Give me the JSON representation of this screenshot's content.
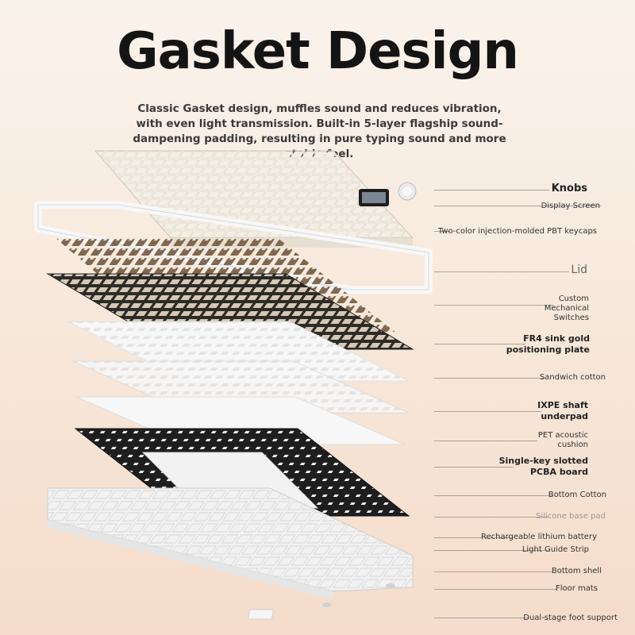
{
  "header": {
    "title": "Gasket Design",
    "description": "Classic Gasket design, muffles sound and reduces vibration, with even light transmission. Built-in 5-layer flagship sound-dampening padding, resulting in pure typing sound and more stable feel."
  },
  "layers": [
    {
      "id": "knobs",
      "label": "Knobs"
    },
    {
      "id": "display",
      "label": "Display Screen"
    },
    {
      "id": "keycaps",
      "label": "Two-color injection-molded PBT keycaps"
    },
    {
      "id": "lid",
      "label": "Lid"
    },
    {
      "id": "switches",
      "label": "Custom\nMechanical\nSwitches"
    },
    {
      "id": "plate",
      "label": "FR4 sink gold\npositioning plate"
    },
    {
      "id": "sandwich",
      "label": "Sandwich cotton"
    },
    {
      "id": "ixpe",
      "label": "IXPE shaft\nunderpad"
    },
    {
      "id": "pet",
      "label": "PET acoustic\ncushion"
    },
    {
      "id": "pcba",
      "label": "Single-key slotted\nPCBA board"
    },
    {
      "id": "bottom_cotton",
      "label": "Bottom Cotton"
    },
    {
      "id": "silicone",
      "label": "Silicone base pad"
    },
    {
      "id": "battery",
      "label": "Rechargeable lithium battery"
    },
    {
      "id": "light_guide",
      "label": "Light Guide Strip"
    },
    {
      "id": "bottom_shell",
      "label": "Bottom shell"
    },
    {
      "id": "floor_mats",
      "label": "Floor mats"
    },
    {
      "id": "foot",
      "label": "Dual-stage foot support"
    }
  ],
  "colors": {
    "keycap_cream": "#f2ede3",
    "keycap_tan": "#d9c2a6",
    "plate_dark": "#2c2b28",
    "switch_brown": "#7a6149",
    "pcb_black": "#1e1e1e",
    "shell_white": "#f4f4f4"
  }
}
